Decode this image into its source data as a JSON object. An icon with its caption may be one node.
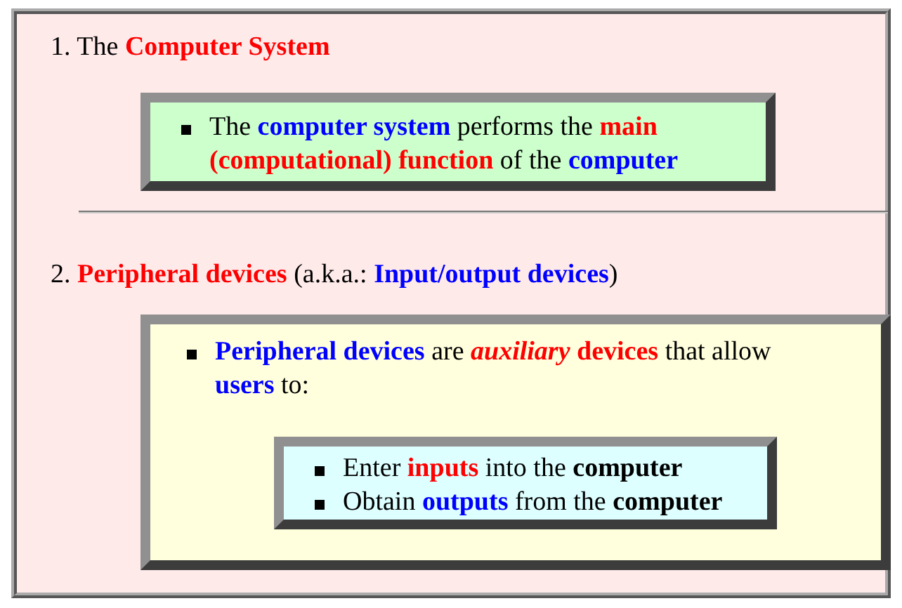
{
  "diagram": {
    "nodes": [
      {
        "text": [
          "1. The **Computer System**",
          "2. **Peripheral devices** (a.k.a.: **Input/output devices**)"
        ]
      },
      {
        "text": [
          "The **computer system** performs the **main (computational) function** of the **computer**"
        ],
        "in": 0
      },
      {
        "text": [
          "**Peripheral devices** are ***auxiliary* devices** that allow **users** to:"
        ],
        "in": 0
      },
      {
        "text": [
          "Enter **inputs** into the **computer**",
          "Obtain **outputs** from the **computer**"
        ],
        "in": 2
      }
    ]
  }
}
